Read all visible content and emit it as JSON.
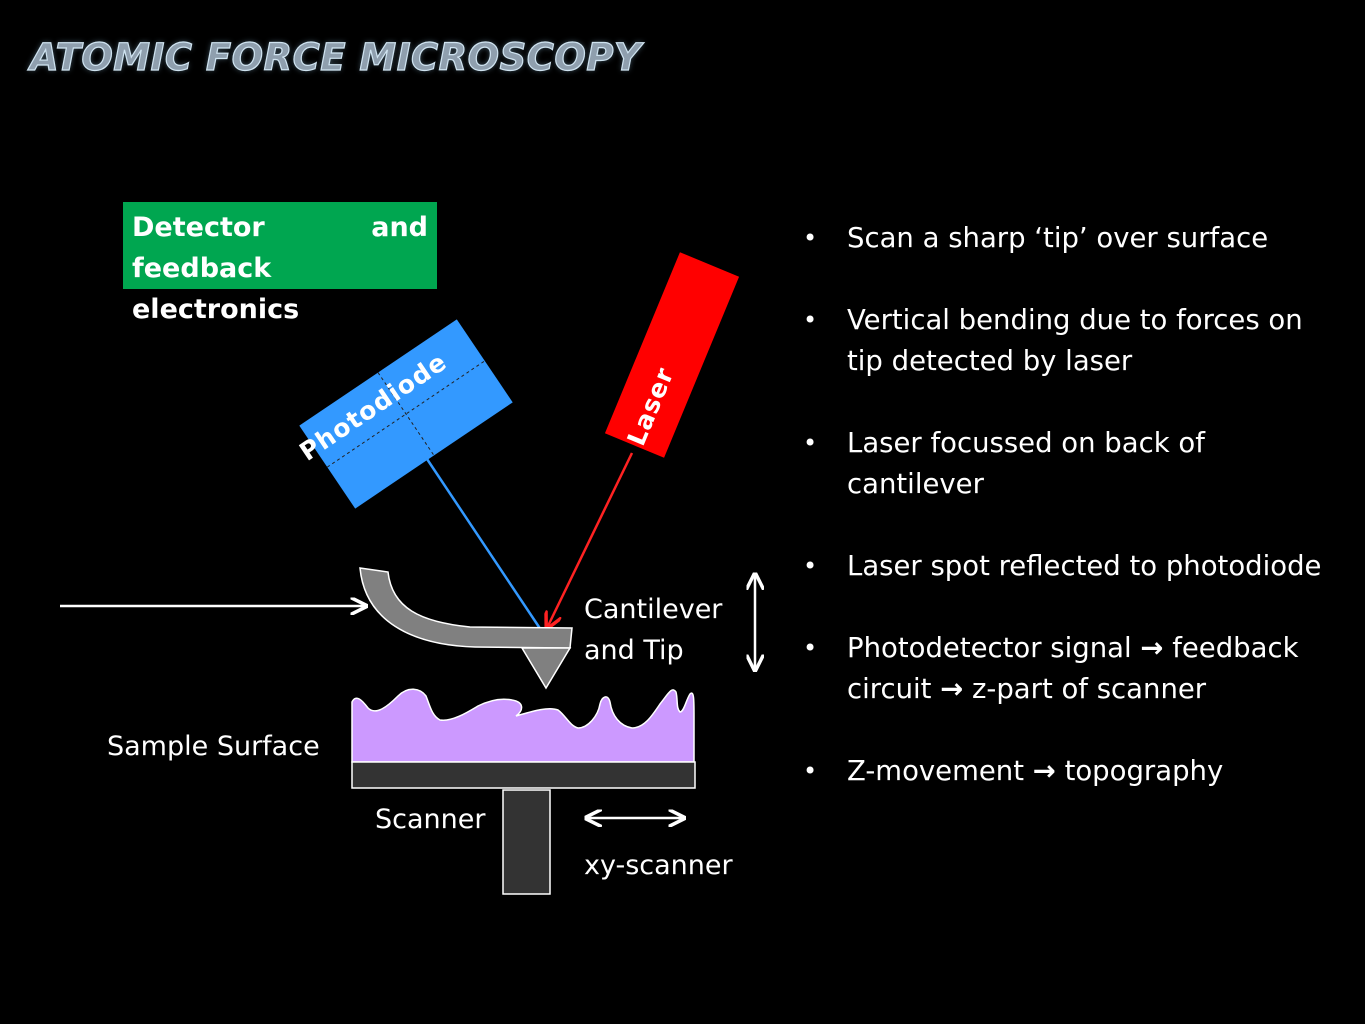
{
  "title": "ATOMIC FORCE MICROSCOPY",
  "colors": {
    "background": "#000000",
    "detector_box": "#00a650",
    "photodiode": "#3399ff",
    "laser": "#ff0000",
    "sample": "#cc99ff",
    "cantilever": "#808080",
    "scanner": "#333333"
  },
  "diagram": {
    "detector_box": {
      "line1_left": "Detector",
      "line1_right": "and",
      "line2": "feedback electronics"
    },
    "photodiode_label": "Photodiode",
    "laser_label": "Laser",
    "cantilever_label_line1": "Cantilever",
    "cantilever_label_line2": "and Tip",
    "sample_label": "Sample Surface",
    "scanner_label": "Scanner",
    "xy_scanner_label": "xy-scanner"
  },
  "bullets": [
    {
      "text": "Scan a sharp ‘tip’ over surface"
    },
    {
      "text": "Vertical bending due to forces on tip detected by laser"
    },
    {
      "text": "Laser focussed on back of cantilever"
    },
    {
      "text": "Laser spot reflected to photodiode"
    },
    {
      "part1": "Photodetector signal",
      "arrow": "→",
      "part2": "feedback circuit",
      "arrow2": "→",
      "part3": "z-part of scanner"
    },
    {
      "part1": "Z-movement",
      "arrow": "→",
      "part2": "topography"
    }
  ]
}
